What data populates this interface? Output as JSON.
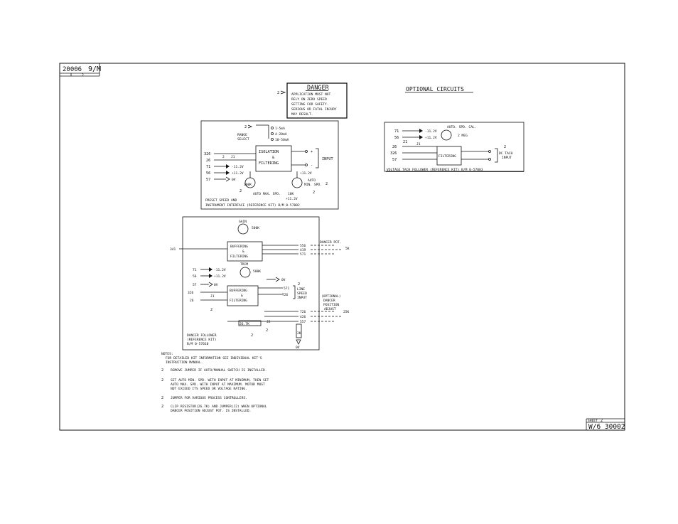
{
  "title_block": {
    "top_left_number": "20006",
    "top_left_fraction": "9/M",
    "top_left_sheet": "2",
    "bottom_sheet_label": "SHEET",
    "bottom_sheet_number": "2",
    "bottom_drawing_number": "W/6 30002"
  },
  "danger": {
    "tag": "2",
    "title": "DANGER",
    "lines": [
      "APPLICATION MUST NOT",
      "RELY ON ZERO SPEED",
      "SETTING FOR SAFETY.",
      "SERIOUS OR FATAL INJURY",
      "MAY RESULT."
    ]
  },
  "optional_heading": "OPTIONAL CIRCUITS",
  "preset": {
    "tag_range": "2",
    "range_select": [
      "RANGE",
      "SELECT"
    ],
    "ma_labels": [
      "1-5mA",
      "4-20mA",
      "10-50mA"
    ],
    "terminals": [
      "326",
      "26",
      "71",
      "56",
      "57"
    ],
    "jumper_tag": "2",
    "jumper": "J1",
    "supplies": [
      "-11.2V",
      "+11.2V",
      "0V"
    ],
    "block": [
      "ISOLATION",
      "&",
      "FILTERING"
    ],
    "input_label": "INPUT",
    "plus": "+",
    "minus": "-",
    "pot_v": "+11.2V",
    "auto_min": [
      "AUTO",
      "MIN. SPD."
    ],
    "pot_100k": "100K",
    "auto_max": "AUTO MAX. SPD.",
    "pot_10k": "10K",
    "pot_v2": "+11.2V",
    "tag_max": "2",
    "tag_min": "2",
    "tag_y": "2",
    "caption": [
      "PRESET SPEED AND",
      "INSTRUMENT INTERFACE (REFERENCE KIT) B/M 0-57002"
    ]
  },
  "tach": {
    "pot_label": "AUTO. SPD. CAL.",
    "pot_value": "2 MEG",
    "terminals": [
      "71",
      "56",
      "21",
      "26",
      "326",
      "57"
    ],
    "supplies": [
      "-11.2V",
      "+11.2V"
    ],
    "jumper": "J1",
    "block": "FILTERING",
    "tag": "2",
    "input": [
      "DC TACH",
      "INPUT"
    ],
    "caption": "VOLTAGE TACH FOLLOWER (REFERENCE KIT) B/M 0-57003"
  },
  "dancer": {
    "gain": "GAIN",
    "gain_value": "500K",
    "terminal_in": "341",
    "block1": [
      "BUFFERING",
      "&",
      "FILTERING"
    ],
    "pot_terms": [
      "556",
      "419",
      "571"
    ],
    "dancer_pot": "DANCER POT.",
    "dancer_value": "5K",
    "trim": "TRIM",
    "trim_value": "500K",
    "terminals": [
      "71",
      "56",
      "57",
      "326",
      "26"
    ],
    "supplies": [
      "-11.2V",
      "+11.2V",
      "0V"
    ],
    "jumper": "J1",
    "tag_j1": "2",
    "block2": [
      "BUFFERING",
      "&",
      "FILTERING"
    ],
    "ov_top": "0V",
    "line_terms": [
      "571",
      "726"
    ],
    "line_tag": "2",
    "line_speed": [
      "LINE",
      "SPEED",
      "INPUT"
    ],
    "optional": [
      "(OPTIONAL)",
      "DANCER",
      "POSITION",
      "ADJUST"
    ],
    "opt_terms": [
      "726",
      "426",
      "557"
    ],
    "opt_value": "25K",
    "resistor": "26.7K",
    "j2": "J2",
    "r2": "2K",
    "ov_bottom": "0V",
    "tag_a": "2",
    "tag_b": "2",
    "caption": [
      "DANCER FOLLOWER",
      "(REFERENCE KIT)",
      "B/M 0-57010"
    ]
  },
  "notes": {
    "heading": "NOTES:",
    "intro": [
      "FOR DETAILED KIT INFORMATION SEE INDIVIDUAL KIT'S",
      "INSTRUCTION MANUAL."
    ],
    "items": [
      {
        "tag": "2",
        "lines": [
          "REMOVE JUMPER IF AUTO/MANUAL SWITCH IS INSTALLED."
        ]
      },
      {
        "tag": "2",
        "lines": [
          "SET AUTO MIN. SPD. WITH INPUT AT MINIMUM, THEN SET",
          "AUTO MAX. SPD. WITH INPUT AT MAXIMUM. MOTOR MUST",
          "NOT EXCEED ITS SPEED OR VOLTAGE RATING."
        ]
      },
      {
        "tag": "2",
        "lines": [
          "JUMPER FOR VARIOUS PROCESS CONTROLLERS."
        ]
      },
      {
        "tag": "2",
        "lines": [
          "CLIP RESISTOR(26.7K) AND JUMPER(J2) WHEN OPTIONAL",
          "DANCER POSITION ADJUST POT. IS INSTALLED."
        ]
      }
    ]
  }
}
